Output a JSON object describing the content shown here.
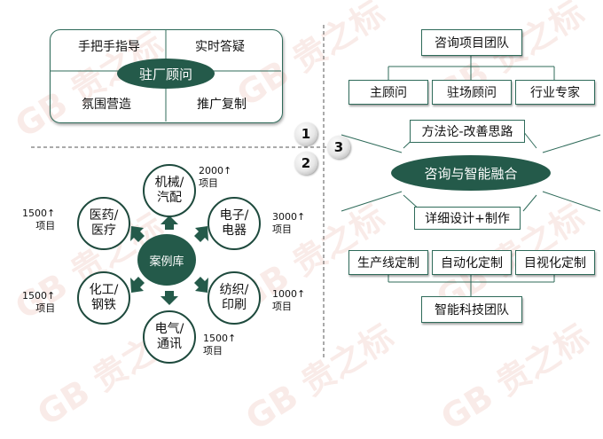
{
  "left_top": {
    "q1": "手把手指导",
    "q2": "实时答疑",
    "q3": "氛围营造",
    "q4": "推广复制",
    "center": "驻厂顾问"
  },
  "case_library": {
    "center": "案例库",
    "items": [
      {
        "label": "机械/\n汽配",
        "count": "2000↑\n项目"
      },
      {
        "label": "电子/\n电器",
        "count": "3000↑\n项目"
      },
      {
        "label": "纺织/\n印刷",
        "count": "1000↑\n项目"
      },
      {
        "label": "电气/\n通讯",
        "count": "1500↑\n项目"
      },
      {
        "label": "化工/\n钢铁",
        "count": "1500↑\n项目"
      },
      {
        "label": "医药/\n医疗",
        "count": "1500↑\n项目"
      }
    ]
  },
  "right": {
    "team_top": "咨询项目团队",
    "roles": [
      "主顾问",
      "驻场顾问",
      "行业专家"
    ],
    "top_label": "方法论-改善思路",
    "center": "咨询与智能融合",
    "bottom_label": "详细设计+制作",
    "customs": [
      "生产线定制",
      "自动化定制",
      "目视化定制"
    ],
    "team_bottom": "智能科技团队"
  },
  "markers": [
    "1",
    "2",
    "3"
  ],
  "watermark": "GB 贵之标",
  "colors": {
    "primary": "#245a4a",
    "line": "#2f6b5a",
    "watermark": "#d76e5f"
  }
}
